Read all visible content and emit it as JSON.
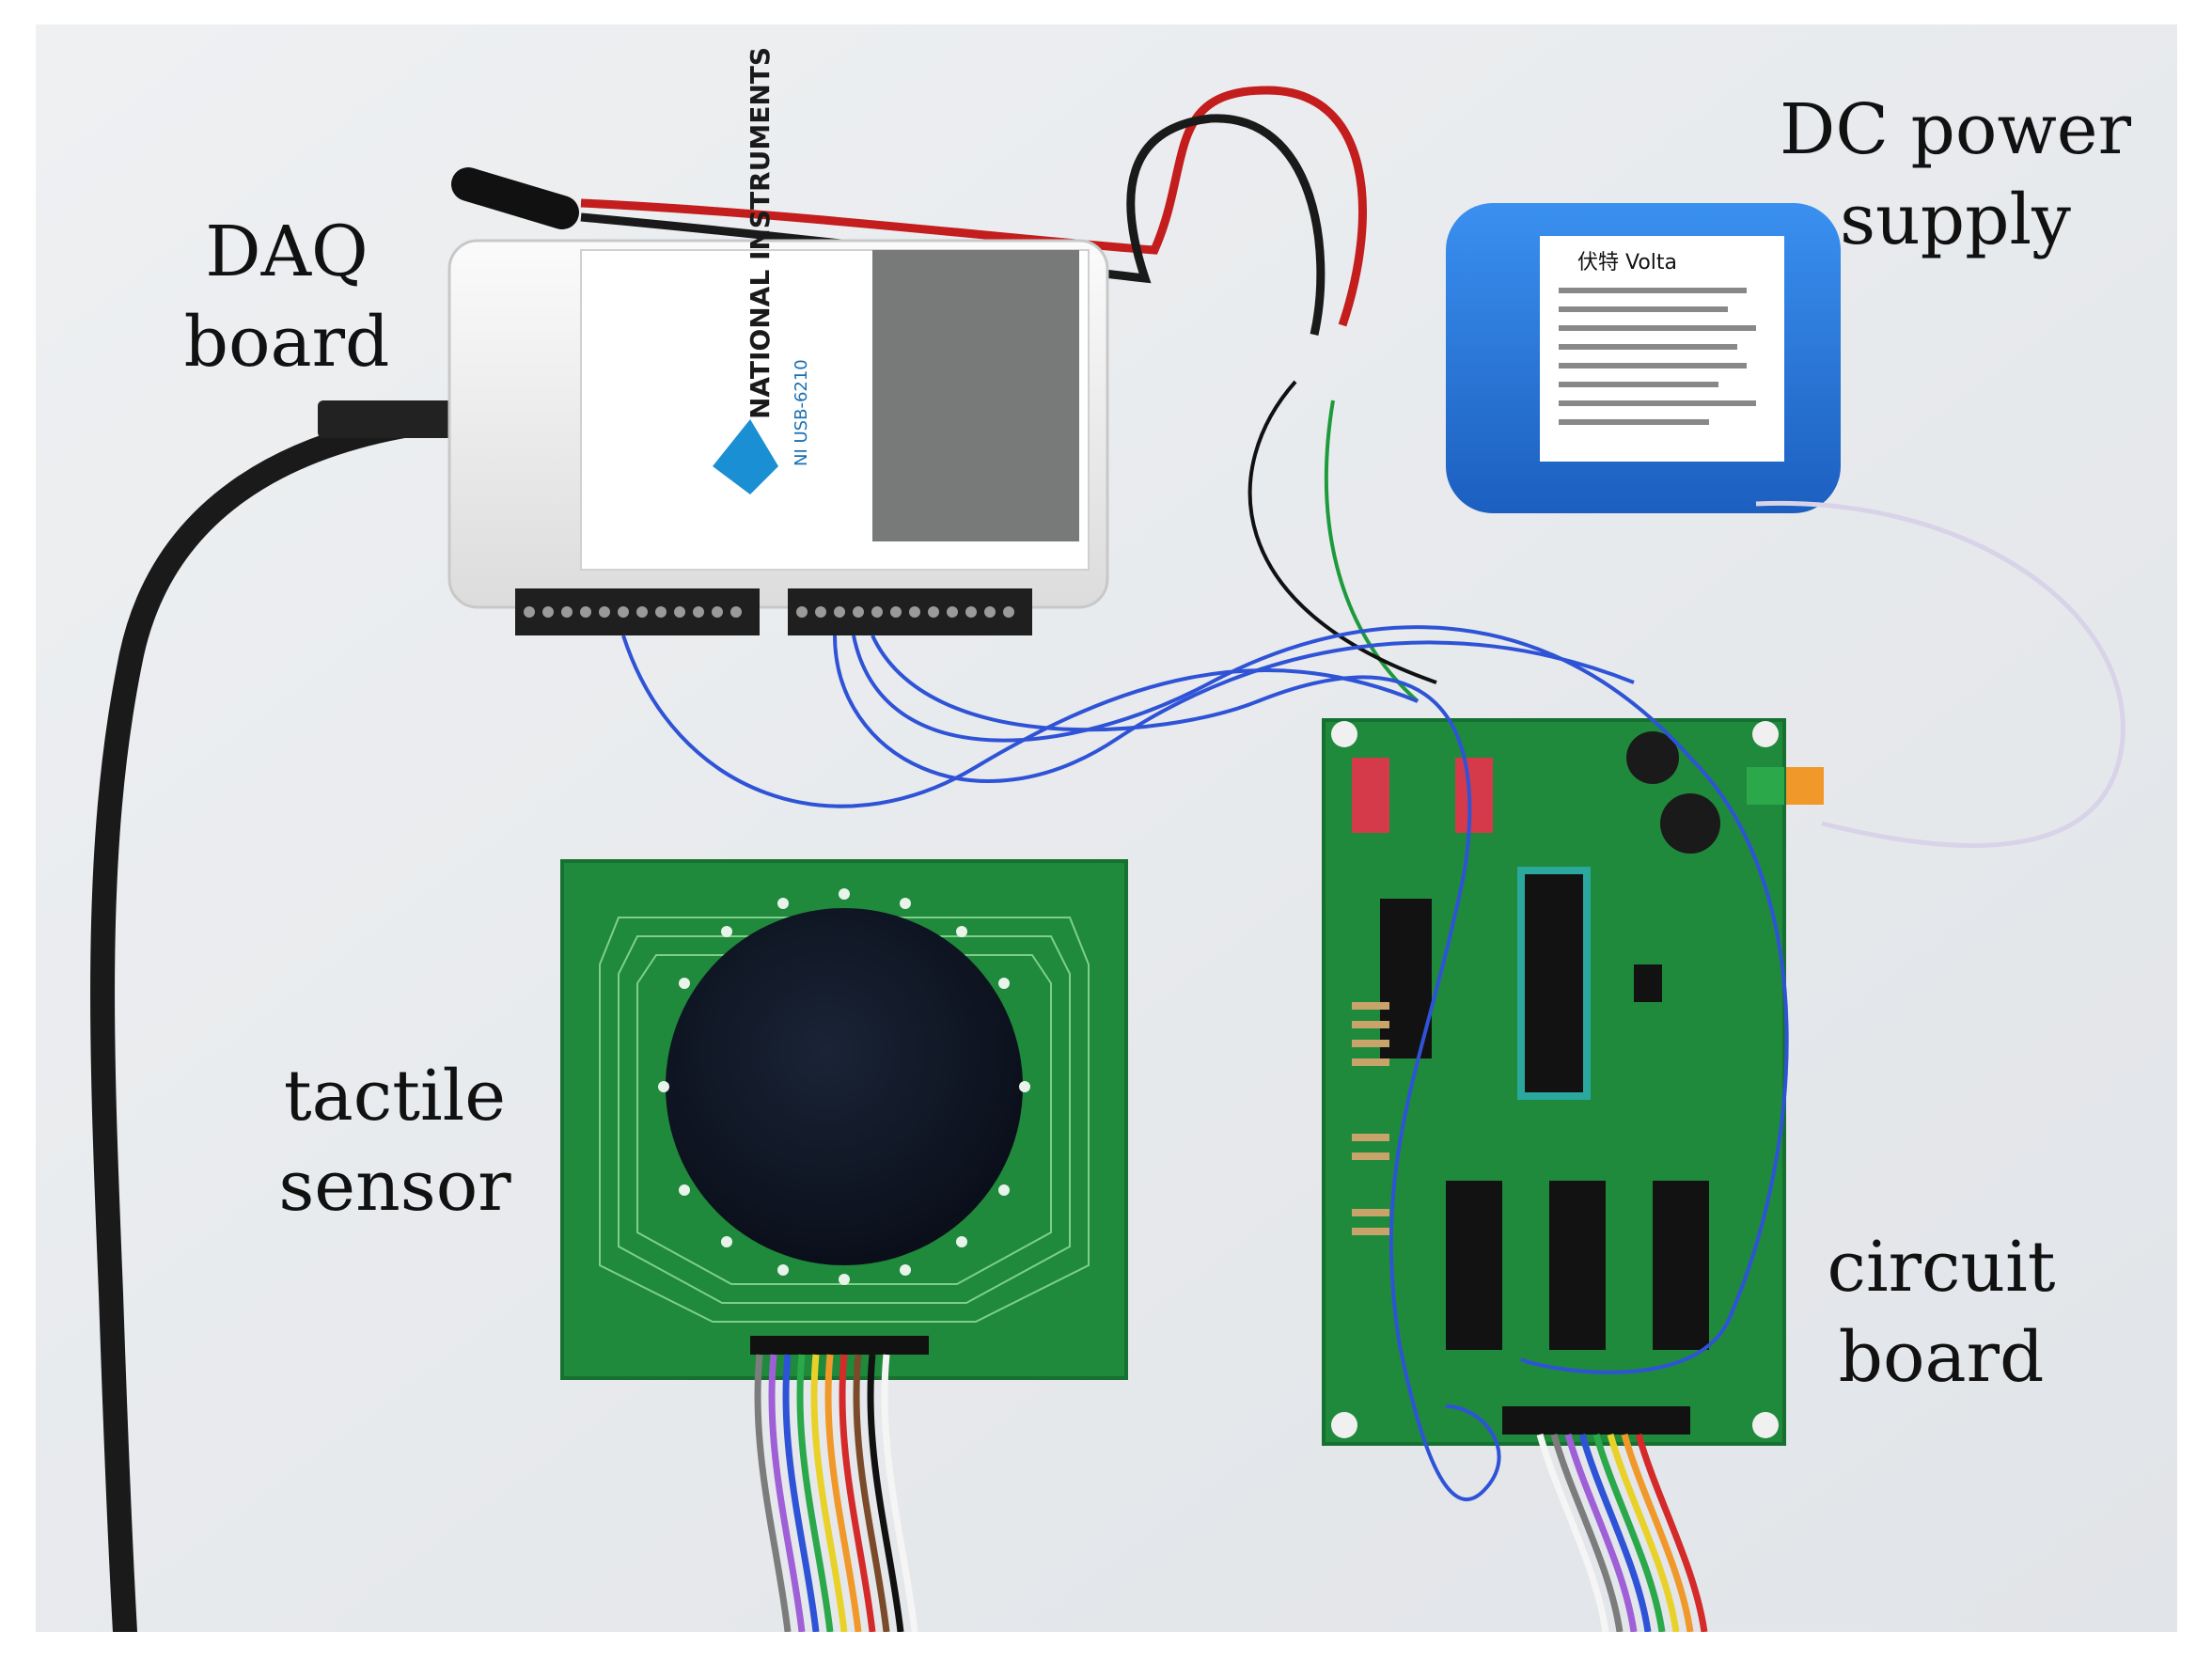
{
  "labels": {
    "daq": {
      "line1": "DAQ",
      "line2": "board"
    },
    "dc_power": {
      "line1": "DC power",
      "line2": "supply"
    },
    "tactile": {
      "line1": "tactile",
      "line2": "sensor"
    },
    "circuit": {
      "line1": "circuit",
      "line2": "board"
    }
  },
  "device_text": {
    "ni_brand": "NATIONAL INSTRUMENTS",
    "ni_model": "NI USB-6210",
    "battery_brand": "伏特 Volta"
  },
  "colors": {
    "table": "#e9ecef",
    "pcb_green": "#1f8a3b",
    "battery_blue": "#2a7de1",
    "sensor_black": "#0f1626"
  }
}
